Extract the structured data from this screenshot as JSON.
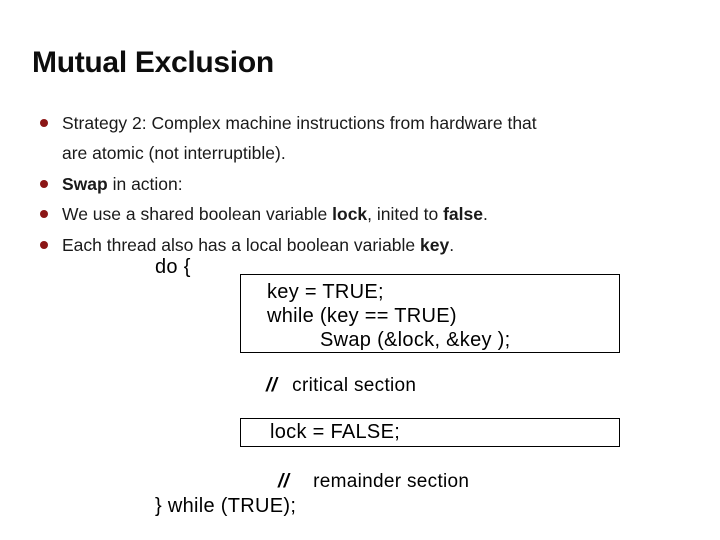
{
  "slide": {
    "title": "Mutual Exclusion",
    "colors": {
      "background": "#ffffff",
      "title": "#0d0d0d",
      "bullet_dot": "#8b1616",
      "body_text": "#1a1a1a",
      "code_text": "#000000",
      "box_border": "#000000"
    },
    "bullets": [
      {
        "lines": [
          {
            "segments": [
              {
                "text": "Strategy 2: Complex machine instructions from hardware that",
                "bold": false
              }
            ]
          },
          {
            "segments": [
              {
                "text": "are atomic (not interruptible).",
                "bold": false
              }
            ]
          }
        ]
      },
      {
        "lines": [
          {
            "segments": [
              {
                "text": "Swap",
                "bold": true
              },
              {
                "text": " in action:",
                "bold": false
              }
            ]
          }
        ]
      },
      {
        "lines": [
          {
            "segments": [
              {
                "text": "We use a shared boolean variable ",
                "bold": false
              },
              {
                "text": "lock",
                "bold": true
              },
              {
                "text": ", inited to ",
                "bold": false
              },
              {
                "text": "false",
                "bold": true
              },
              {
                "text": ".",
                "bold": false
              }
            ]
          }
        ]
      },
      {
        "lines": [
          {
            "segments": [
              {
                "text": "Each thread also has a local boolean variable ",
                "bold": false
              },
              {
                "text": "key",
                "bold": true
              },
              {
                "text": ".",
                "bold": false
              }
            ]
          }
        ]
      }
    ],
    "code": {
      "do_open": "do {",
      "box1_lines": [
        "key = TRUE;",
        "while (key == TRUE)",
        "Swap (&lock, &key );"
      ],
      "comment1": {
        "slashes": "//",
        "text": "critical section"
      },
      "box2_line": "lock = FALSE;",
      "comment2": {
        "slashes": "//",
        "text": "remainder section"
      },
      "do_close": "} while (TRUE);"
    }
  }
}
